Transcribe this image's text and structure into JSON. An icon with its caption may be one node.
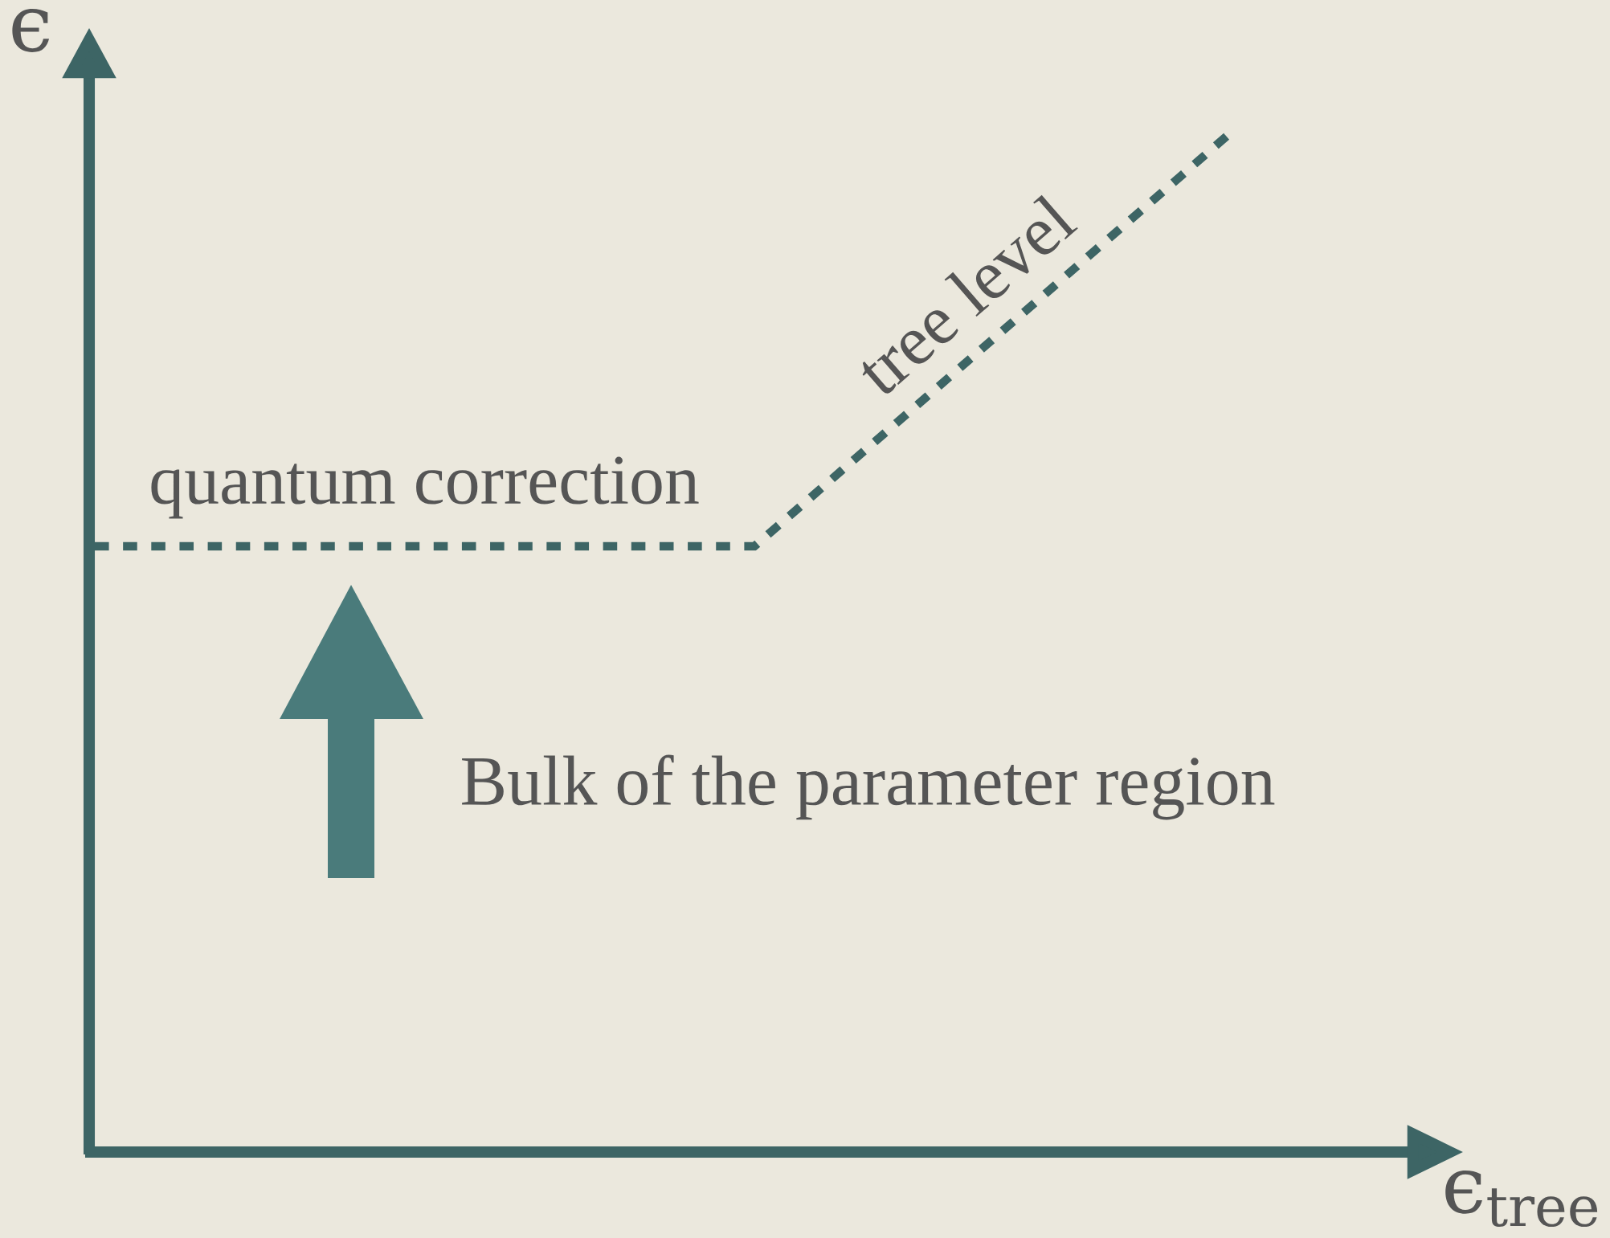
{
  "diagram": {
    "labels": [
      "ϵ",
      "quantum correction",
      "tree level",
      "Bulk of the parameter region",
      "ϵ$_{tree}$"
    ]
  }
}
